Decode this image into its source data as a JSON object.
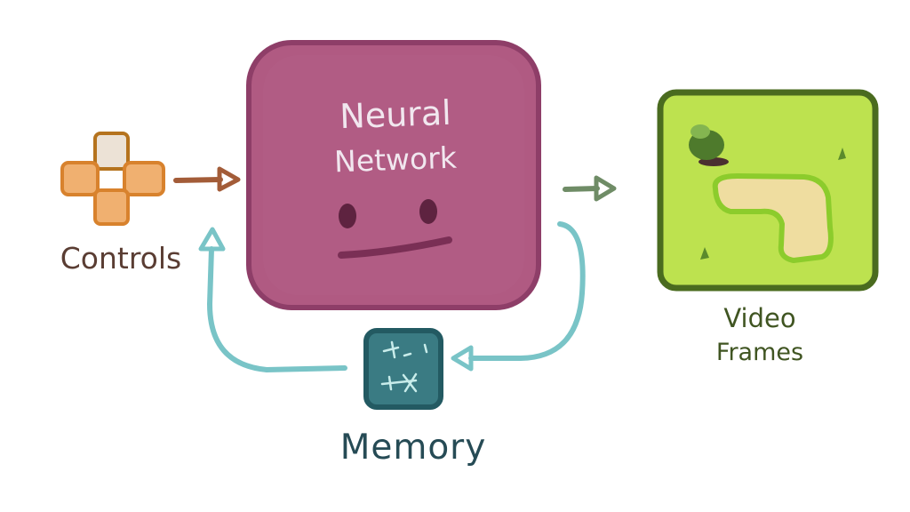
{
  "diagram": {
    "nodes": {
      "controls": {
        "label": "Controls",
        "icon": "dpad-icon",
        "color": "#e8a05a"
      },
      "neural_network": {
        "line1": "Neural",
        "line2": "Network",
        "icon": "smiley-face-icon",
        "color": "#b05a82"
      },
      "video_frames": {
        "line1": "Video",
        "line2": "Frames",
        "icon": "game-scene-icon",
        "color": "#bde24f"
      },
      "memory": {
        "label": "Memory",
        "icon": "memory-chip-icon",
        "color": "#3a7b83"
      }
    },
    "edges": [
      {
        "from": "controls",
        "to": "neural_network",
        "color": "#a35c38"
      },
      {
        "from": "neural_network",
        "to": "video_frames",
        "color": "#6f8c66"
      },
      {
        "from": "neural_network",
        "to": "memory",
        "color": "#79c4c7"
      },
      {
        "from": "memory",
        "to": "neural_network",
        "color": "#79c4c7"
      }
    ]
  }
}
